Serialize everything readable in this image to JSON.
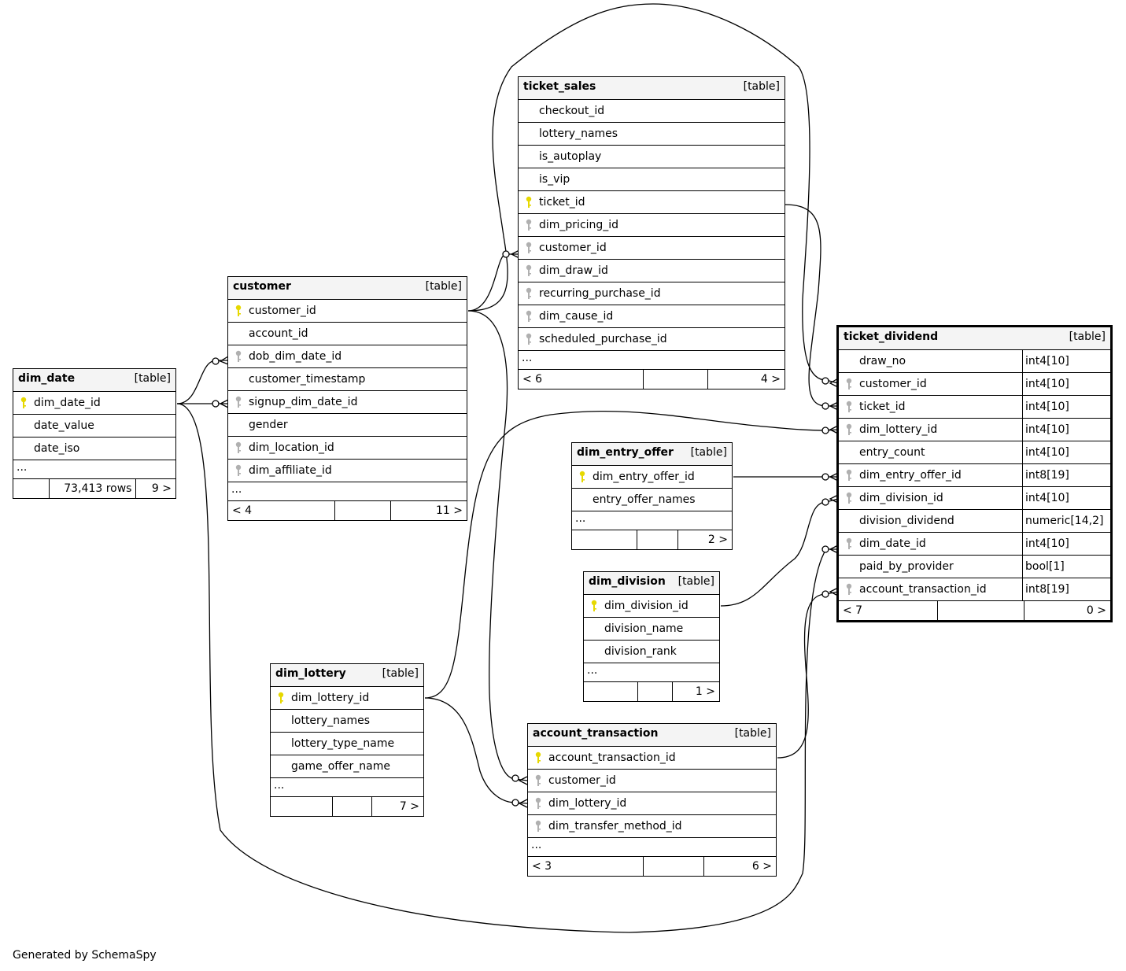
{
  "footer": "Generated by SchemaSpy",
  "colors": {
    "primary_key": "#e6d800",
    "foreign_key": "#b0b0b0",
    "header_bg": "#f4f4f4"
  },
  "tables": {
    "dim_date": {
      "name": "dim_date",
      "kind": "[table]",
      "columns": [
        {
          "name": "dim_date_id",
          "key": "pk-icon"
        },
        {
          "name": "date_value",
          "key": ""
        },
        {
          "name": "date_iso",
          "key": ""
        }
      ],
      "ellipsis": "...",
      "footer": {
        "parents": "",
        "rows": "73,413 rows",
        "children": "9 >"
      }
    },
    "customer": {
      "name": "customer",
      "kind": "[table]",
      "columns": [
        {
          "name": "customer_id",
          "key": "pk-icon"
        },
        {
          "name": "account_id",
          "key": ""
        },
        {
          "name": "dob_dim_date_id",
          "key": "fk-icon"
        },
        {
          "name": "customer_timestamp",
          "key": ""
        },
        {
          "name": "signup_dim_date_id",
          "key": "fk-icon"
        },
        {
          "name": "gender",
          "key": ""
        },
        {
          "name": "dim_location_id",
          "key": "fk-icon"
        },
        {
          "name": "dim_affiliate_id",
          "key": "fk-icon"
        }
      ],
      "ellipsis": "...",
      "footer": {
        "parents": "< 4",
        "rows": "",
        "children": "11 >"
      }
    },
    "ticket_sales": {
      "name": "ticket_sales",
      "kind": "[table]",
      "columns": [
        {
          "name": "checkout_id",
          "key": ""
        },
        {
          "name": "lottery_names",
          "key": ""
        },
        {
          "name": "is_autoplay",
          "key": ""
        },
        {
          "name": "is_vip",
          "key": ""
        },
        {
          "name": "ticket_id",
          "key": "pk-icon"
        },
        {
          "name": "dim_pricing_id",
          "key": "fk-icon"
        },
        {
          "name": "customer_id",
          "key": "fk-icon"
        },
        {
          "name": "dim_draw_id",
          "key": "fk-icon"
        },
        {
          "name": "recurring_purchase_id",
          "key": "fk-icon"
        },
        {
          "name": "dim_cause_id",
          "key": "fk-icon"
        },
        {
          "name": "scheduled_purchase_id",
          "key": "fk-icon"
        }
      ],
      "ellipsis": "...",
      "footer": {
        "parents": "< 6",
        "rows": "",
        "children": "4 >"
      }
    },
    "dim_entry_offer": {
      "name": "dim_entry_offer",
      "kind": "[table]",
      "columns": [
        {
          "name": "dim_entry_offer_id",
          "key": "pk-icon"
        },
        {
          "name": "entry_offer_names",
          "key": ""
        }
      ],
      "ellipsis": "...",
      "footer": {
        "parents": "",
        "rows": "",
        "children": "2 >"
      }
    },
    "dim_division": {
      "name": "dim_division",
      "kind": "[table]",
      "columns": [
        {
          "name": "dim_division_id",
          "key": "pk-icon"
        },
        {
          "name": "division_name",
          "key": ""
        },
        {
          "name": "division_rank",
          "key": ""
        }
      ],
      "ellipsis": "...",
      "footer": {
        "parents": "",
        "rows": "",
        "children": "1 >"
      }
    },
    "dim_lottery": {
      "name": "dim_lottery",
      "kind": "[table]",
      "columns": [
        {
          "name": "dim_lottery_id",
          "key": "pk-icon"
        },
        {
          "name": "lottery_names",
          "key": ""
        },
        {
          "name": "lottery_type_name",
          "key": ""
        },
        {
          "name": "game_offer_name",
          "key": ""
        }
      ],
      "ellipsis": "...",
      "footer": {
        "parents": "",
        "rows": "",
        "children": "7 >"
      }
    },
    "account_transaction": {
      "name": "account_transaction",
      "kind": "[table]",
      "columns": [
        {
          "name": "account_transaction_id",
          "key": "pk-icon"
        },
        {
          "name": "customer_id",
          "key": "fk-icon"
        },
        {
          "name": "dim_lottery_id",
          "key": "fk-icon"
        },
        {
          "name": "dim_transfer_method_id",
          "key": "fk-icon"
        }
      ],
      "ellipsis": "...",
      "footer": {
        "parents": "< 3",
        "rows": "",
        "children": "6 >"
      }
    },
    "ticket_dividend": {
      "name": "ticket_dividend",
      "kind": "[table]",
      "columns": [
        {
          "name": "draw_no",
          "key": "",
          "type": "int4[10]"
        },
        {
          "name": "customer_id",
          "key": "fk-icon",
          "type": "int4[10]"
        },
        {
          "name": "ticket_id",
          "key": "fk-icon",
          "type": "int4[10]"
        },
        {
          "name": "dim_lottery_id",
          "key": "fk-icon",
          "type": "int4[10]"
        },
        {
          "name": "entry_count",
          "key": "",
          "type": "int4[10]"
        },
        {
          "name": "dim_entry_offer_id",
          "key": "fk-icon",
          "type": "int8[19]"
        },
        {
          "name": "dim_division_id",
          "key": "fk-icon",
          "type": "int4[10]"
        },
        {
          "name": "division_dividend",
          "key": "",
          "type": "numeric[14,2]"
        },
        {
          "name": "dim_date_id",
          "key": "fk-icon",
          "type": "int4[10]"
        },
        {
          "name": "paid_by_provider",
          "key": "",
          "type": "bool[1]"
        },
        {
          "name": "account_transaction_id",
          "key": "fk-icon",
          "type": "int8[19]"
        }
      ],
      "footer": {
        "parents": "< 7",
        "rows": "",
        "children": "0 >"
      }
    }
  }
}
